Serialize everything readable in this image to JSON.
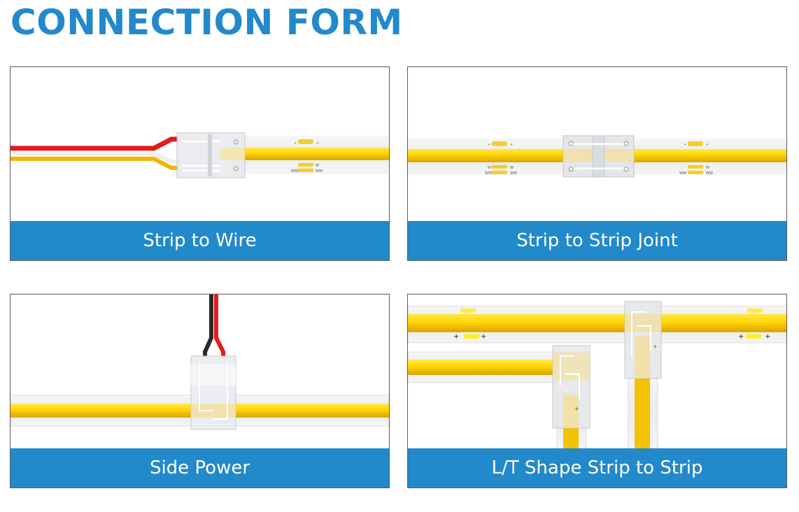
{
  "page": {
    "title": "CONNECTION FORM",
    "accent_color": "#2289cb"
  },
  "cards": [
    {
      "label": "Strip to Wire",
      "illustration": "cob-strip-with-wire-connector-red-white-yellow-wires",
      "strip_markings": {
        "polarity_left": "+",
        "polarity_right": "+",
        "row1": "W",
        "row2": "WW"
      }
    },
    {
      "label": "Strip to Strip Joint",
      "illustration": "two-cob-strips-joined-by-clear-connector",
      "strip_markings": {
        "polarity_left": "+",
        "polarity_right": "+",
        "row1": "W",
        "row2": "WW"
      }
    },
    {
      "label": "Side Power",
      "illustration": "cob-strip-with-side-power-connector-black-red-wires"
    },
    {
      "label": "L/T Shape Strip to Strip",
      "illustration": "cob-strips-joined-in-l-and-t-shapes",
      "strip_markings": {
        "polarity_left": "+",
        "polarity_right": "+"
      }
    }
  ]
}
